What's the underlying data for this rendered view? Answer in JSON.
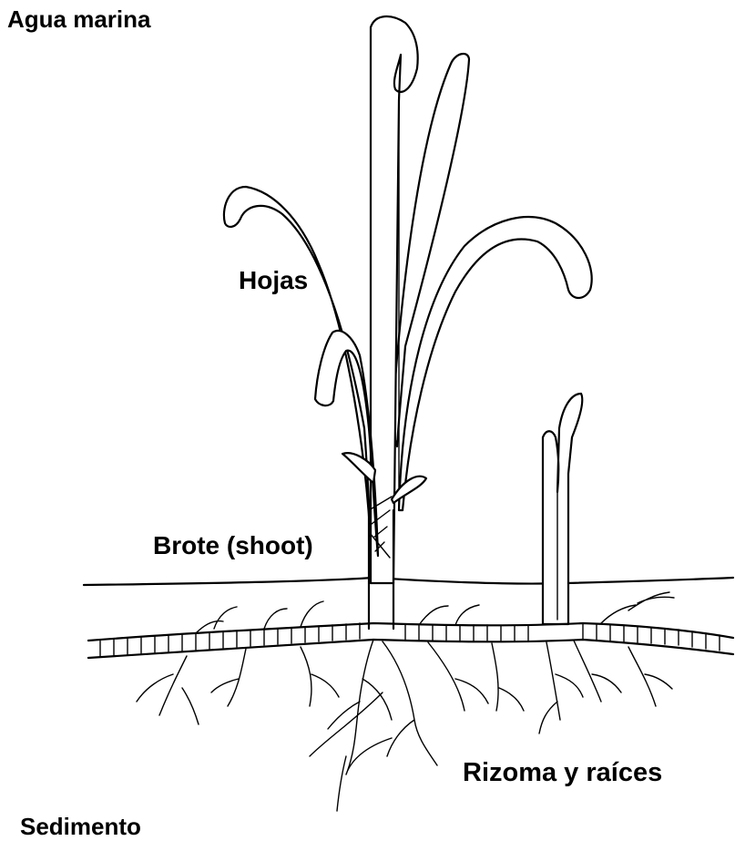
{
  "labels": {
    "water": "Agua marina",
    "leaves": "Hojas",
    "shoot": "Brote (shoot)",
    "rhizome": "Rizoma y raíces",
    "sediment": "Sedimento"
  },
  "colors": {
    "stroke": "#000000",
    "background": "#ffffff"
  }
}
